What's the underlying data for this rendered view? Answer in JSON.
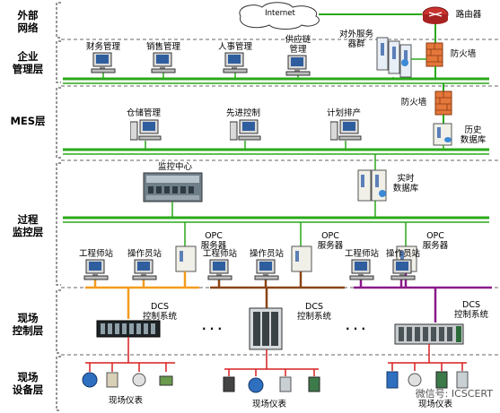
{
  "layers": {
    "external": "外部\n网络",
    "enterprise": "企业\n管理层",
    "mes": "MES层",
    "process": "过程\n监控层",
    "field_control": "现场\n控制层",
    "field_device": "现场\n设备层"
  },
  "internet": "Internet",
  "router": "路由器",
  "firewall_top": "防火墙",
  "server_group": "对外服务\n器群",
  "enterprise_items": [
    "财务管理",
    "销售管理",
    "人事管理",
    "供应链\n管理"
  ],
  "mes_items": [
    "仓储管理",
    "先进控制",
    "计划排产"
  ],
  "firewall_mes": "防火墙",
  "history_db": "历史\n数据库",
  "monitor_center": "监控中心",
  "realtime_db": "实时\n数据库",
  "opc_server": "OPC\n服务器",
  "engineer_station": "工程师站",
  "operator_station": "操作员站",
  "dcs": "DCS\n控制系统",
  "ellipsis": "· · ·",
  "field_instruments": "现场仪表",
  "watermark": "微信号: ICSCERT",
  "colors": {
    "network_green": "#2aa81a",
    "field_orange": "#f29c1f",
    "field_brown": "#8b4513",
    "field_purple": "#8a1a8a",
    "device_red": "#d71f1f"
  }
}
